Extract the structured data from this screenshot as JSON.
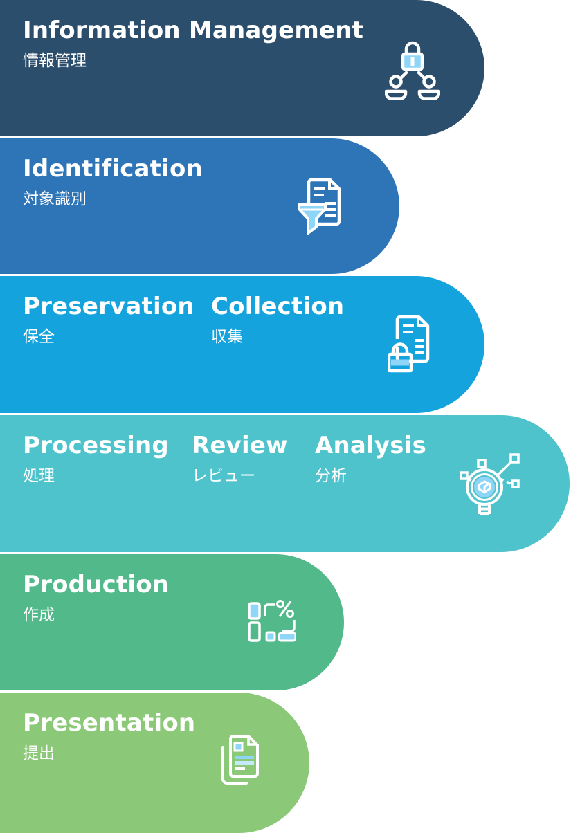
{
  "accent": {
    "icon_fill": "#8ED5F7",
    "icon_fill_light": "#C4E9FB",
    "icon_stroke": "#FFFFFF",
    "text_color": "#FFFFFF"
  },
  "stages": [
    {
      "id": "information-management",
      "color": "#2C4E6D",
      "icon": "org-chart-lock-icon",
      "items": [
        {
          "en": "Information Management",
          "ja": "情報管理"
        }
      ]
    },
    {
      "id": "identification",
      "color": "#2E75B8",
      "icon": "document-filter-icon",
      "items": [
        {
          "en": "Identification",
          "ja": "対象識別"
        }
      ]
    },
    {
      "id": "preservation-collection",
      "color": "#14A3DC",
      "icon": "document-lock-icon",
      "items": [
        {
          "en": "Preservation",
          "ja": "保全"
        },
        {
          "en": "Collection",
          "ja": "収集"
        }
      ]
    },
    {
      "id": "processing-review-analysis",
      "color": "#4FC3CB",
      "icon": "analysis-network-magnifier-icon",
      "items": [
        {
          "en": "Processing",
          "ja": "処理"
        },
        {
          "en": "Review",
          "ja": "レビュー"
        },
        {
          "en": "Analysis",
          "ja": "分析"
        }
      ]
    },
    {
      "id": "production",
      "color": "#52B98B",
      "icon": "report-percent-icon",
      "items": [
        {
          "en": "Production",
          "ja": "作成"
        }
      ]
    },
    {
      "id": "presentation",
      "color": "#8BC878",
      "icon": "stacked-documents-icon",
      "items": [
        {
          "en": "Presentation",
          "ja": "提出"
        }
      ]
    }
  ]
}
